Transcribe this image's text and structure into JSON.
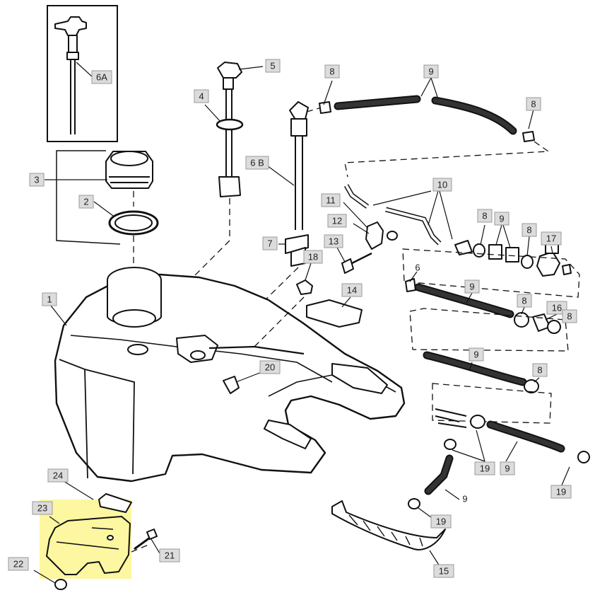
{
  "diagram": {
    "callouts": {
      "c1": "1",
      "c2": "2",
      "c3": "3",
      "c4": "4",
      "c5": "5",
      "c6a": "6A",
      "c6b": "6 B",
      "c6": "6",
      "c7": "7",
      "c8a": "8",
      "c8b": "8",
      "c8c": "8",
      "c8d": "8",
      "c8e": "8",
      "c8f": "8",
      "c8g": "8",
      "c9a": "9",
      "c9b": "9",
      "c9c": "9",
      "c9d": "9",
      "c9e": "9",
      "c9f": "9",
      "c10": "10",
      "c11": "11",
      "c12": "12",
      "c13": "13",
      "c14": "14",
      "c15": "15",
      "c16": "16",
      "c17": "17",
      "c18": "18",
      "c19a": "19",
      "c19b": "19",
      "c19c": "19",
      "c20": "20",
      "c21": "21",
      "c22": "22",
      "c23": "23",
      "c24": "24"
    },
    "highlight_color": "#fcf7a0"
  }
}
